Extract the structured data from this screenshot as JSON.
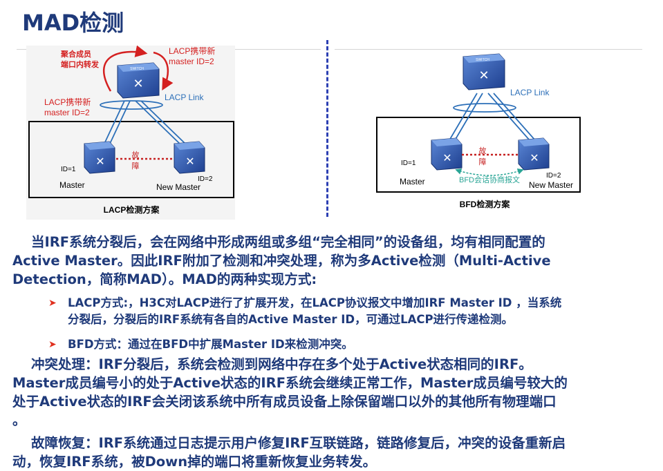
{
  "title": "MAD检测",
  "lacp_figure": {
    "caption": "LACP检测方案",
    "note_forward_line1": "聚合成员",
    "note_forward_line2": "端口内转发",
    "note_top_right_line1": "LACP携带新",
    "note_top_right_line2": "master ID=2",
    "note_left_line1": "LACP携带新",
    "note_left_line2": "master ID=2",
    "link_label": "LACP Link",
    "fault_line1": "故",
    "fault_line2": "障",
    "left_id": "ID=1",
    "left_role": "Master",
    "right_id": "ID=2",
    "right_role": "New Master",
    "switch_label": "SWITCH"
  },
  "bfd_figure": {
    "caption": "BFD检测方案",
    "link_label": "LACP Link",
    "fault_line1": "故",
    "fault_line2": "障",
    "bfd_label": "BFD会话协商报文",
    "left_id": "ID=1",
    "left_role": "Master",
    "right_id": "ID=2",
    "right_role": "New Master",
    "switch_label": "SWITCH"
  },
  "paragraph1": {
    "line1": "当IRF系统分裂后，会在网络中形成两组或多组“完全相同”的设备组，均有相同配置的",
    "line2": "Active Master。因此IRF附加了检测和冲突处理，称为多Active检测（Multi-Active",
    "line3": "Detection，简称MAD）。MAD的两种实现方式:"
  },
  "bullets": {
    "b1_line1": "LACP方式:，H3C对LACP进行了扩展开发，在LACP协议报文中增加IRF Master ID ，当系统",
    "b1_line2": "分裂后，分裂后的IRF系统有各自的Active Master ID，可通过LACP进行传递检测。",
    "b2_line1": "BFD方式：通过在BFD中扩展Master ID来检测冲突。"
  },
  "paragraph2": {
    "line1": "冲突处理：IRF分裂后，系统会检测到网络中存在多个处于Active状态相同的IRF。",
    "line2": "Master成员编号小的处于Active状态的IRF系统会继续正常工作，Master成员编号较大的",
    "line3": "处于Active状态的IRF会关闭该系统中所有成员设备上除保留端口以外的其他所有物理端口",
    "line4": "。"
  },
  "paragraph3": {
    "line1": "故障恢复：IRF系统通过日志提示用户修复IRF互联链路，链路修复后，冲突的设备重新启",
    "line2": "动，恢复IRF系统，被Down掉的端口将重新恢复业务转发。"
  },
  "colors": {
    "title": "#1f3a7a",
    "body_text": "#1f3a7a",
    "red_note": "#d42020",
    "link_blue": "#2c6fb8",
    "bfd_green": "#2aa596",
    "divider": "#2d40b3"
  }
}
